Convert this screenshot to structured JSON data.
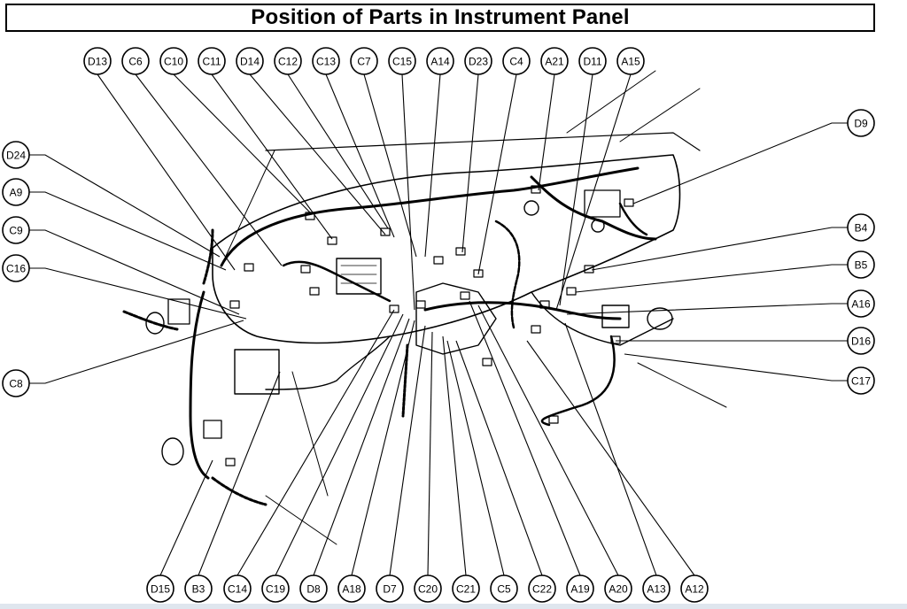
{
  "title": "Position of Parts in Instrument Panel",
  "colors": {
    "line": "#000000",
    "background": "#ffffff",
    "strip": "#dfe6ee"
  },
  "callouts": {
    "top": [
      "D13",
      "C6",
      "C10",
      "C11",
      "D14",
      "C12",
      "C13",
      "C7",
      "C15",
      "A14",
      "D23",
      "C4",
      "A21",
      "D11",
      "A15"
    ],
    "left": [
      "D24",
      "A9",
      "C9",
      "C16",
      "C8"
    ],
    "right": [
      "D9",
      "B4",
      "B5",
      "A16",
      "D16",
      "C17"
    ],
    "bottom": [
      "D15",
      "B3",
      "C14",
      "C19",
      "D8",
      "A18",
      "D7",
      "C20",
      "C21",
      "C5",
      "C22",
      "A19",
      "A20",
      "A13",
      "A12"
    ]
  }
}
